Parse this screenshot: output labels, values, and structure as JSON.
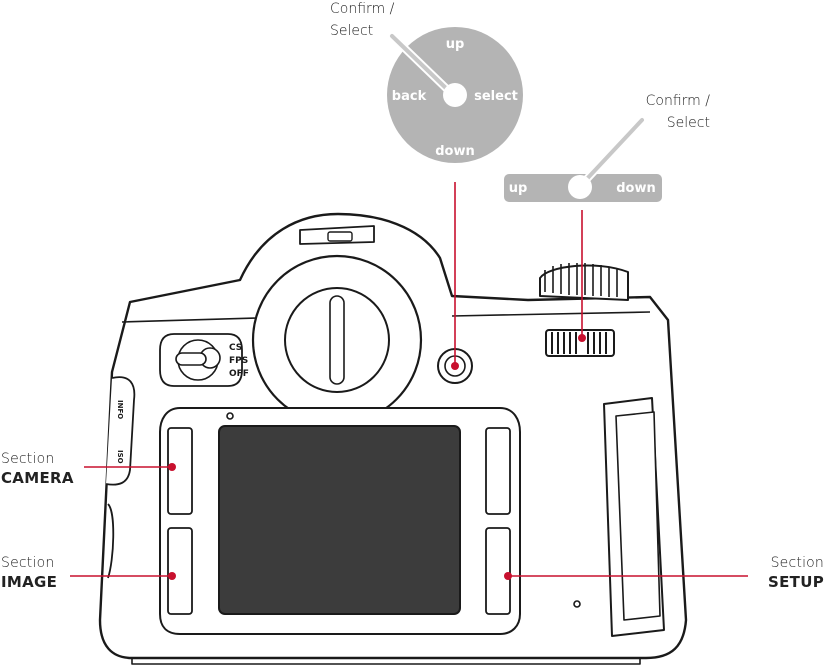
{
  "callouts": {
    "camera": {
      "section": "Section",
      "name": "CAMERA"
    },
    "image": {
      "section": "Section",
      "name": "IMAGE"
    },
    "setup": {
      "section": "Section",
      "name": "SETUP"
    },
    "joystick_confirm": {
      "line1": "Confirm /",
      "line2": "Select"
    },
    "wheel_confirm": {
      "line1": "Confirm /",
      "line2": "Select"
    }
  },
  "joystick": {
    "up": "up",
    "down": "down",
    "back": "back",
    "select": "select"
  },
  "thumbwheel": {
    "up": "up",
    "down": "down"
  },
  "camera_body": {
    "mode_switch": {
      "cs": "CS",
      "fps": "FPS",
      "off": "OFF"
    },
    "side_label_top": "INFO",
    "side_label_mid": "ISO"
  },
  "colors": {
    "callout_red": "#c8102e",
    "screen": "#3c3c3c",
    "control_grey": "#b4b4b4"
  }
}
